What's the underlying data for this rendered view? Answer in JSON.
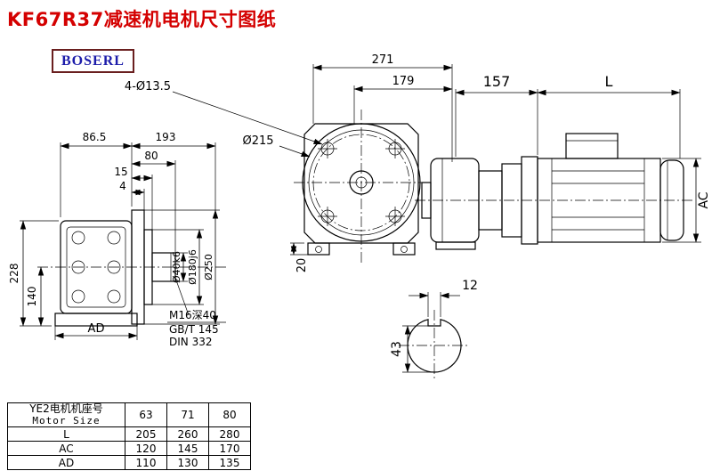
{
  "page": {
    "title": "KF67R37减速机电机尺寸图纸",
    "logo": "BOSERL",
    "colors": {
      "title": "#d40000",
      "logo_text": "#1c1caa",
      "logo_border": "#6a1f1f",
      "line": "#000000",
      "background": "#ffffff"
    }
  },
  "drawing": {
    "left_view": {
      "dim_86_5": "86.5",
      "dim_193": "193",
      "dim_80": "80",
      "dim_15": "15",
      "dim_4": "4",
      "dim_228": "228",
      "dim_140": "140",
      "dim_AD": "AD",
      "label_shaft": "Ø40k6",
      "label_spigot": "Ø180j6",
      "label_flange": "Ø250",
      "note_1": "M16深40",
      "note_2": "GB/T 145",
      "note_3": "DIN 332"
    },
    "front_view": {
      "dim_271": "271",
      "dim_179": "179",
      "dim_holes": "4-Ø13.5",
      "dim_flange": "Ø215",
      "dim_20": "20"
    },
    "side_view": {
      "dim_157": "157",
      "dim_L": "L",
      "dim_AC": "AC"
    },
    "shaft_section": {
      "dim_12": "12",
      "dim_43": "43"
    }
  },
  "table": {
    "header": {
      "label_cn": "YE2电机机座号",
      "label_en": "Motor Size",
      "cols": [
        "63",
        "71",
        "80"
      ]
    },
    "rows": [
      {
        "label": "L",
        "values": [
          "205",
          "260",
          "280"
        ]
      },
      {
        "label": "AC",
        "values": [
          "120",
          "145",
          "170"
        ]
      },
      {
        "label": "AD",
        "values": [
          "110",
          "130",
          "135"
        ]
      }
    ]
  }
}
